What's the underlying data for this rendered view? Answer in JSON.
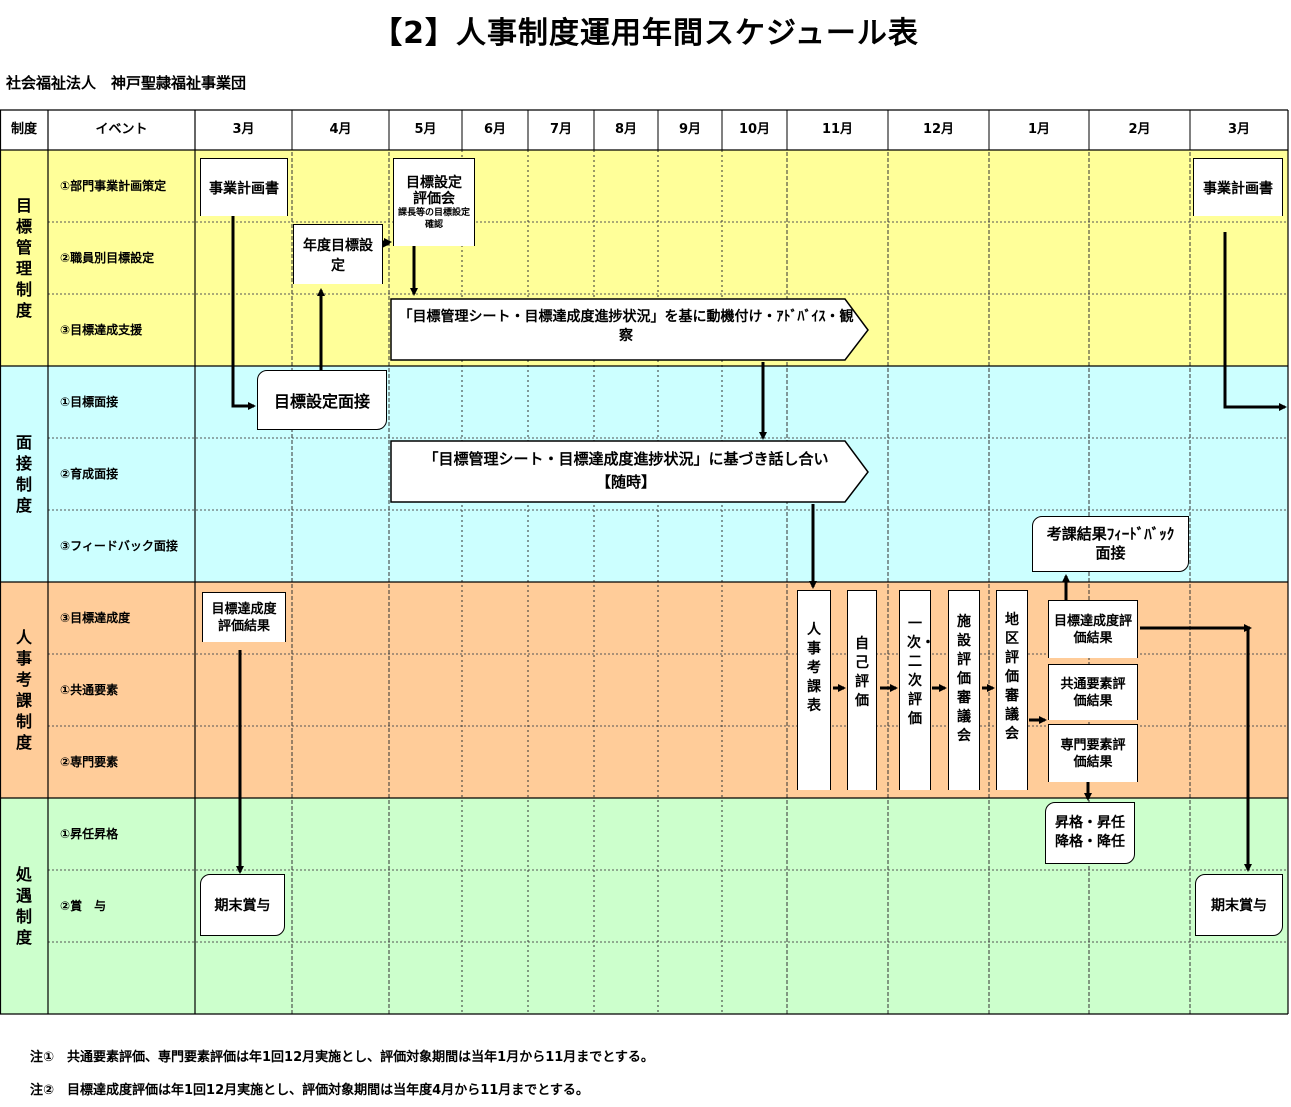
{
  "title": "【2】人事制度運用年間スケジュール表",
  "organization": "社会福祉法人　神戸聖隷福祉事業団",
  "header": {
    "col_system": "制度",
    "col_event": "イベント",
    "months": [
      "3月",
      "4月",
      "5月",
      "6月",
      "7月",
      "8月",
      "9月",
      "10月",
      "11月",
      "12月",
      "1月",
      "2月",
      "3月"
    ]
  },
  "sections": [
    {
      "label": "目標管理制度",
      "color": "#FFFF99",
      "rows": [
        "①部門事業計画策定",
        "②職員別目標設定",
        "③目標達成支援"
      ]
    },
    {
      "label": "面接制度",
      "color": "#CCFFFF",
      "rows": [
        "①目標面接",
        "②育成面接",
        "③フィードバック面接"
      ]
    },
    {
      "label": "人事考課制度",
      "color": "#FFCC99",
      "rows": [
        "③目標達成度",
        "①共通要素",
        "②専門要素"
      ]
    },
    {
      "label": "処遇制度",
      "color": "#CCFFCC",
      "rows": [
        "①昇任昇格",
        "②賞　与",
        ""
      ]
    }
  ],
  "boxes": {
    "plan_left": "事業計画書",
    "plan_right": "事業計画書",
    "yearly_goal": "年度目標設定",
    "goal_eval_meeting": "目標設定評価会",
    "goal_eval_sub": "課長等の目標設定確認",
    "support_banner": "「目標管理シート・目標達成度進捗状況」を基に動機付け・ｱﾄﾞﾊﾞｲｽ・観察",
    "goal_interview": "目標設定面接",
    "dev_banner": "「目標管理シート・目標達成度進捗状況」に基づき話し合い",
    "dev_banner_sub": "【随時】",
    "feedback": "考課結果ﾌｨｰﾄﾞﾊﾞｯｸ面接",
    "achieve_result_left": "目標達成度評価結果",
    "achieve_result_right": "目標達成度評価結果",
    "common_result": "共通要素評価結果",
    "special_result": "専門要素評価結果",
    "promotion": "昇格・昇任降格・降任",
    "bonus_left": "期末賞与",
    "bonus_right": "期末賞与"
  },
  "vertical_boxes": [
    "人事考課表",
    "自己評価",
    "一次・二次評価",
    "施設評価審議会",
    "地区評価審議会"
  ],
  "notes": [
    "注①　共通要素評価、専門要素評価は年1回12月実施とし、評価対象期間は当年1月から11月までとする。",
    "注②　目標達成度評価は年1回12月実施とし、評価対象期間は当年度4月から11月までとする。"
  ]
}
